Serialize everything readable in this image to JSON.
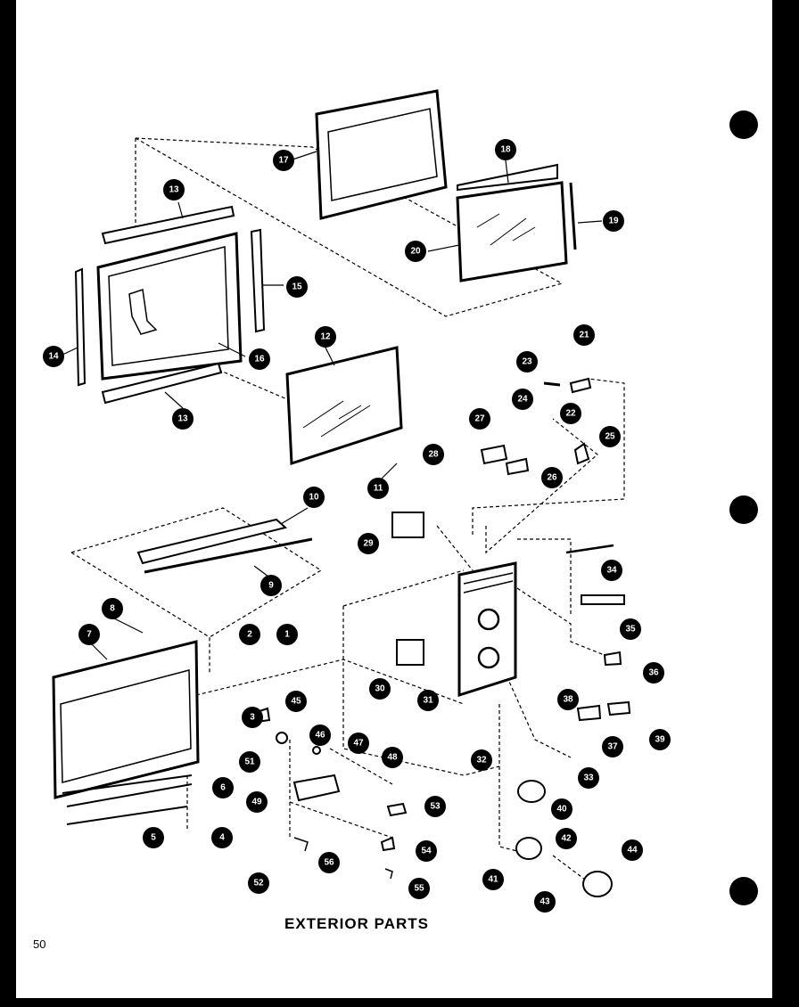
{
  "title": "EXTERIOR PARTS",
  "page_number": "50",
  "callouts": [
    "1",
    "2",
    "3",
    "4",
    "5",
    "6",
    "7",
    "8",
    "9",
    "10",
    "11",
    "12",
    "13",
    "13",
    "14",
    "15",
    "16",
    "17",
    "18",
    "19",
    "20",
    "21",
    "22",
    "23",
    "24",
    "25",
    "26",
    "27",
    "28",
    "29",
    "30",
    "31",
    "32",
    "33",
    "34",
    "35",
    "36",
    "37",
    "38",
    "39",
    "40",
    "41",
    "42",
    "43",
    "44",
    "45",
    "46",
    "47",
    "48",
    "49",
    "51",
    "52",
    "53",
    "54",
    "55",
    "56"
  ]
}
